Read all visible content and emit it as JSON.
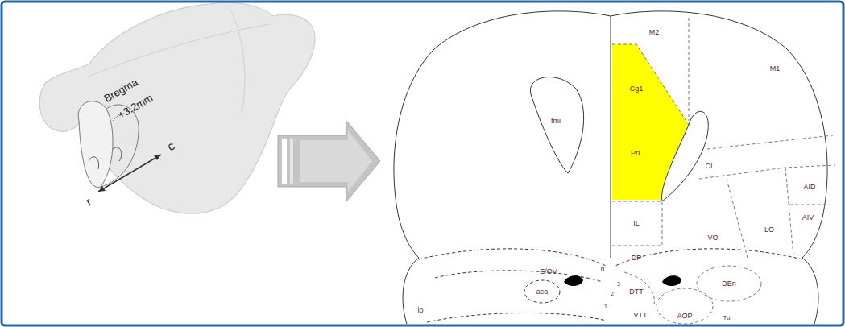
{
  "diagram": {
    "labels": [
      "Bregma",
      "+3.2mm",
      "r",
      "c",
      "fmi",
      "E/OV",
      "aca",
      "lo",
      "M2",
      "M1",
      "Cg1",
      "PrL",
      "CI",
      "IL",
      "VO",
      "LO",
      "AID",
      "AIV",
      "DP",
      "ri",
      "1",
      "2",
      "3",
      "DTT",
      "DEn",
      "VTT",
      "AOP",
      "Tu"
    ]
  }
}
